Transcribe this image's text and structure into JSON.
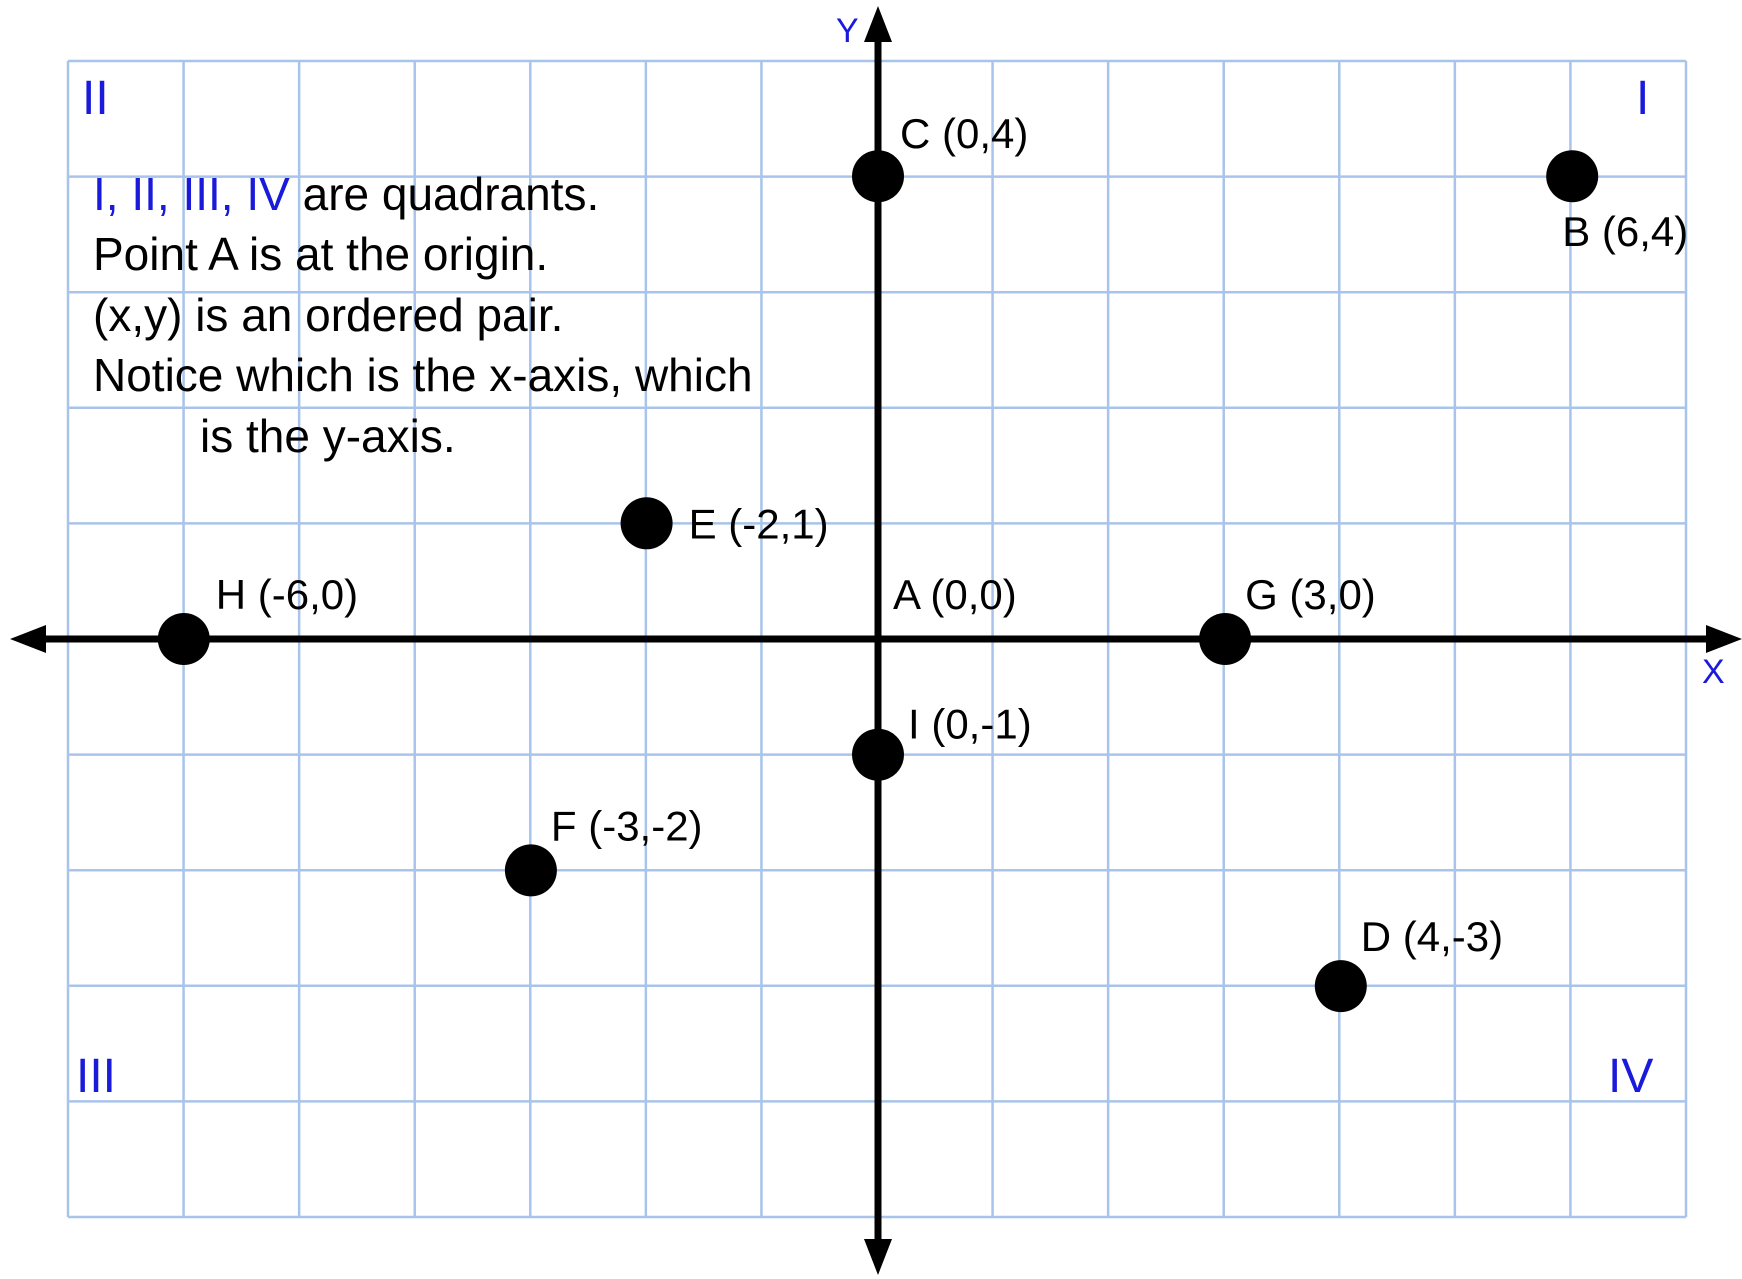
{
  "colors": {
    "grid": "#a9c4ea",
    "axis": "#000000",
    "accent": "#1a1adb",
    "point": "#000000"
  },
  "axes": {
    "x_label": "X",
    "y_label": "Y",
    "x_range": [
      -7,
      7
    ],
    "y_range": [
      -5,
      5
    ]
  },
  "quadrants": {
    "q1": "I",
    "q2": "II",
    "q3": "III",
    "q4": "IV"
  },
  "notes": {
    "line1_accent": "I, II, III, IV",
    "line1_rest": " are quadrants.",
    "line2": "Point A is at the origin.",
    "line3": "(x,y) is an ordered pair.",
    "line4": "Notice which is the x-axis, which",
    "line5": "is the y-axis."
  },
  "points": [
    {
      "label": "A (0,0)",
      "x": 0,
      "y": 0,
      "marker": false
    },
    {
      "label": "B (6,4)",
      "x": 6,
      "y": 4,
      "marker": true
    },
    {
      "label": "C (0,4)",
      "x": 0,
      "y": 4,
      "marker": true
    },
    {
      "label": "D (4,-3)",
      "x": 4,
      "y": -3,
      "marker": true
    },
    {
      "label": "E (-2,1)",
      "x": -2,
      "y": 1,
      "marker": true
    },
    {
      "label": "F (-3,-2)",
      "x": -3,
      "y": -2,
      "marker": true
    },
    {
      "label": "G (3,0)",
      "x": 3,
      "y": 0,
      "marker": true
    },
    {
      "label": "H (-6,0)",
      "x": -6,
      "y": 0,
      "marker": true
    },
    {
      "label": "I (0,-1)",
      "x": 0,
      "y": -1,
      "marker": true
    }
  ]
}
